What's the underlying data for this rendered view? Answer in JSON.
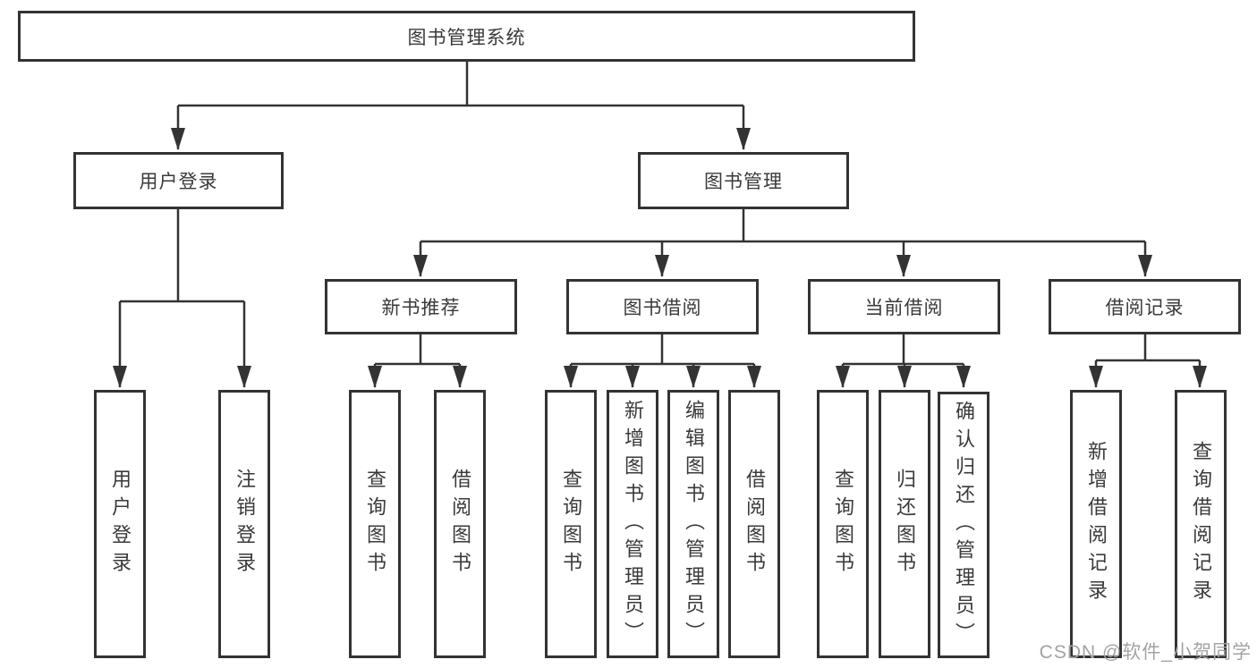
{
  "diagram": {
    "root": {
      "label": "图书管理系统"
    },
    "level2": {
      "user_login": {
        "label": "用户登录"
      },
      "book_mgmt": {
        "label": "图书管理"
      }
    },
    "level3": {
      "new_book_rec": {
        "label": "新书推荐"
      },
      "book_borrow": {
        "label": "图书借阅"
      },
      "current_borrow": {
        "label": "当前借阅"
      },
      "borrow_record": {
        "label": "借阅记录"
      }
    },
    "leaves": {
      "login": {
        "label": "用户登录"
      },
      "logout": {
        "label": "注销登录"
      },
      "rec_query_book": {
        "label": "查询图书"
      },
      "rec_borrow_book": {
        "label": "借阅图书"
      },
      "bor_query_book": {
        "label": "查询图书"
      },
      "bor_add_book": {
        "label": "新增图书（管理员）"
      },
      "bor_edit_book": {
        "label": "编辑图书（管理员）"
      },
      "bor_borrow_book": {
        "label": "借阅图书"
      },
      "cur_query_book": {
        "label": "查询图书"
      },
      "cur_return_book": {
        "label": "归还图书"
      },
      "cur_confirm_return": {
        "label": "确认归还（管理员）"
      },
      "rcd_add_record": {
        "label": "新增借阅记录"
      },
      "rcd_query_record": {
        "label": "查询借阅记录"
      }
    },
    "colors": {
      "line": "#333333",
      "box_border": "#333333",
      "text": "#3a3a3a",
      "watermark": "#a3a3a3"
    }
  },
  "watermark": {
    "text": "CSDN @软件_小贺同学"
  }
}
